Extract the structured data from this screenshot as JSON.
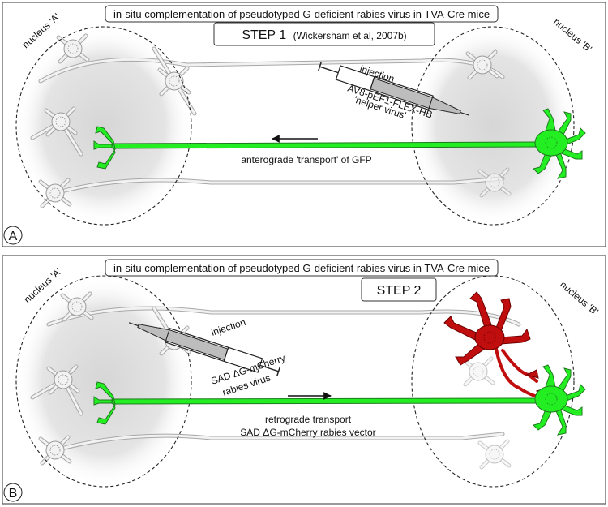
{
  "panels": [
    {
      "letter": "A",
      "banner": "in-situ complementation of pseudotyped G-deficient rabies virus in TVA-Cre mice",
      "step_label": "STEP 1",
      "step_citation": "(Wickersham et al, 2007b)",
      "nucleus_a": "nucleus 'A'",
      "nucleus_b": "nucleus 'B'",
      "injection_label": "injection",
      "virus_line1": "AV8-pEF1-FLEX-HB",
      "virus_line2": "'helper virus'",
      "transport_line1": "anterograde 'transport' of GFP",
      "arrow_direction": "left"
    },
    {
      "letter": "B",
      "banner": "in-situ complementation of pseudotyped G-deficient rabies virus in TVA-Cre mice",
      "step_label": "STEP 2",
      "nucleus_a": "nucleus 'A'",
      "nucleus_b": "nucleus 'B'",
      "injection_label": "injection",
      "virus_line1": "SAD ΔG-mCherry",
      "virus_line2": "rabies virus",
      "transport_line1": "retrograde transport",
      "transport_line2": "SAD ΔG-mCherry rabies vector",
      "arrow_direction": "right"
    }
  ],
  "colors": {
    "labeled_neuron": "#22ee22",
    "rabies_infected_neuron": "#c00d0d",
    "unlabeled_neuron": "#f2f2f2",
    "nucleus_shading": "#d9d9d9"
  }
}
